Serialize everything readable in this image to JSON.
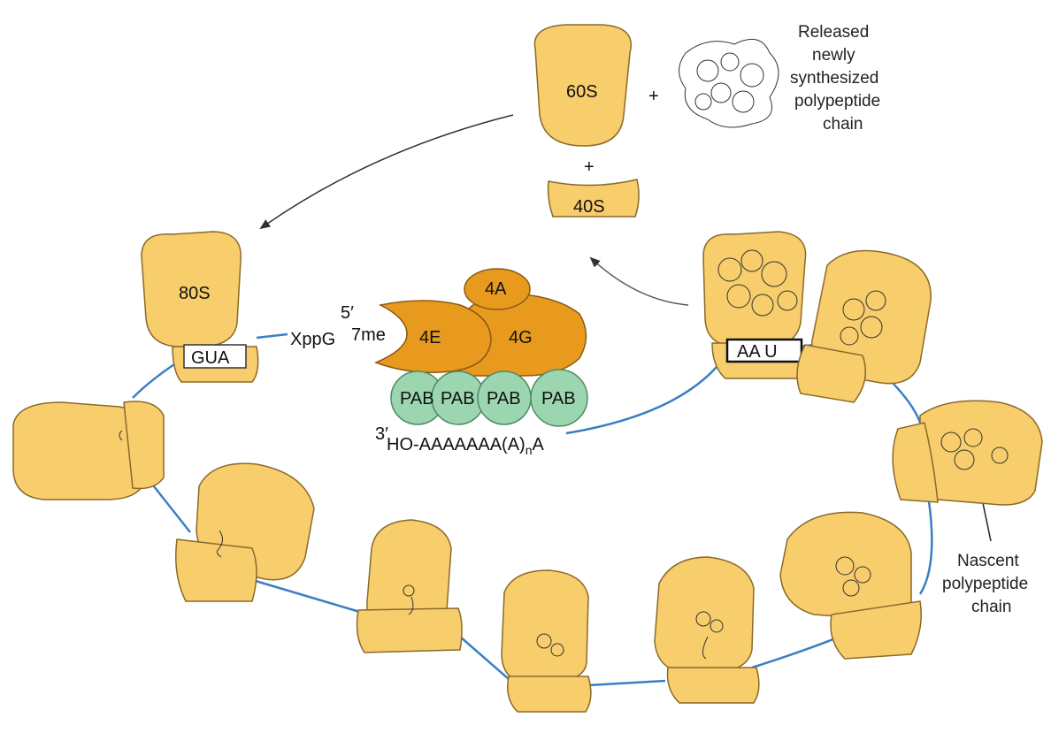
{
  "colors": {
    "ribosome": "#f8cd6c",
    "ribosome_stroke": "#8a6a2a",
    "eif": "#e79a1d",
    "eif_stroke": "#8a5a10",
    "pab": "#9bd6b0",
    "pab_stroke": "#4e8a62",
    "mrna": "#3a7fc4",
    "arrow": "#333333"
  },
  "labels": {
    "large_subunit": "60S",
    "small_subunit": "40S",
    "monosome": "80S",
    "plus": "+",
    "released_line1": "Released",
    "released_line2": "newly",
    "released_line3": "synthesized",
    "released_line4": "polypeptide",
    "released_line5": "chain",
    "start_codon": "GUA",
    "stop_codon": "AA U",
    "cap_prime5": "5′",
    "cap_7me": "7me",
    "cap_xppg": "XppG",
    "factor_4e": "4E",
    "factor_4a": "4A",
    "factor_4g": "4G",
    "pab": "PAB",
    "tail_prime3": "3′",
    "tail_text": "HO-AAAAAAA(A)",
    "tail_sub": "n",
    "tail_end": "A",
    "nascent_line1": "Nascent",
    "nascent_line2": "polypeptide",
    "nascent_line3": "chain"
  }
}
